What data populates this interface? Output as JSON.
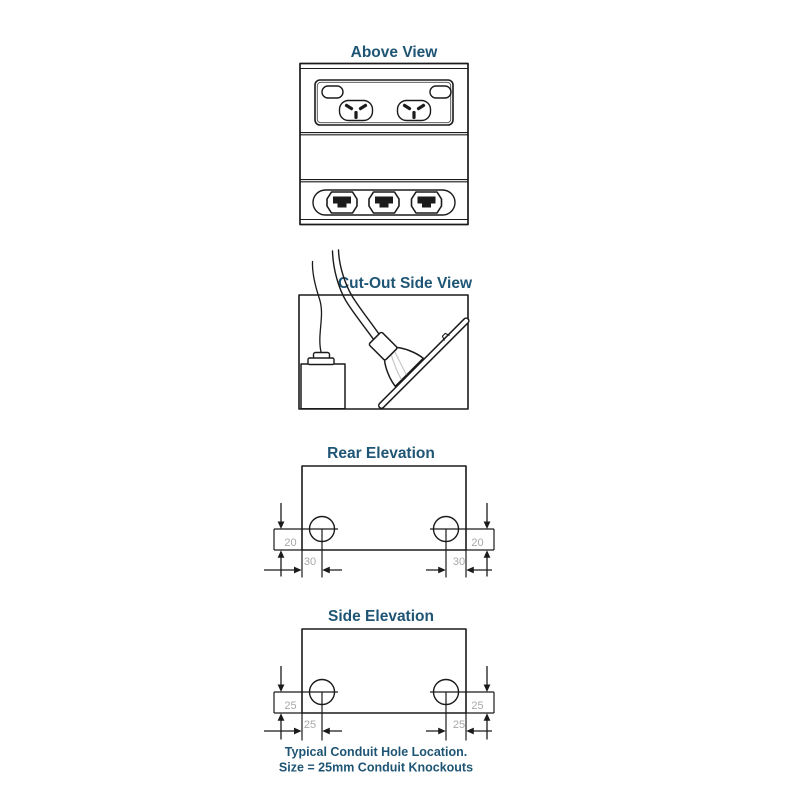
{
  "colors": {
    "accent": "#1F5574",
    "dim_text": "#A8A8A8",
    "line": "#1B1B1B",
    "background": "#FFFFFF"
  },
  "above_view": {
    "title": "Above View",
    "power_outlet_count": 2,
    "data_port_count": 3
  },
  "cutout_view": {
    "title": "Cut-Out Side View"
  },
  "rear_elevation": {
    "title": "Rear Elevation",
    "dim_left_vertical": "20",
    "dim_right_vertical": "20",
    "dim_left_horizontal": "30",
    "dim_right_horizontal": "30"
  },
  "side_elevation": {
    "title": "Side Elevation",
    "dim_left_vertical": "25",
    "dim_right_vertical": "25",
    "dim_left_horizontal": "25",
    "dim_right_horizontal": "25"
  },
  "caption": {
    "line1": "Typical Conduit Hole Location.",
    "line2": "Size = 25mm Conduit Knockouts"
  }
}
